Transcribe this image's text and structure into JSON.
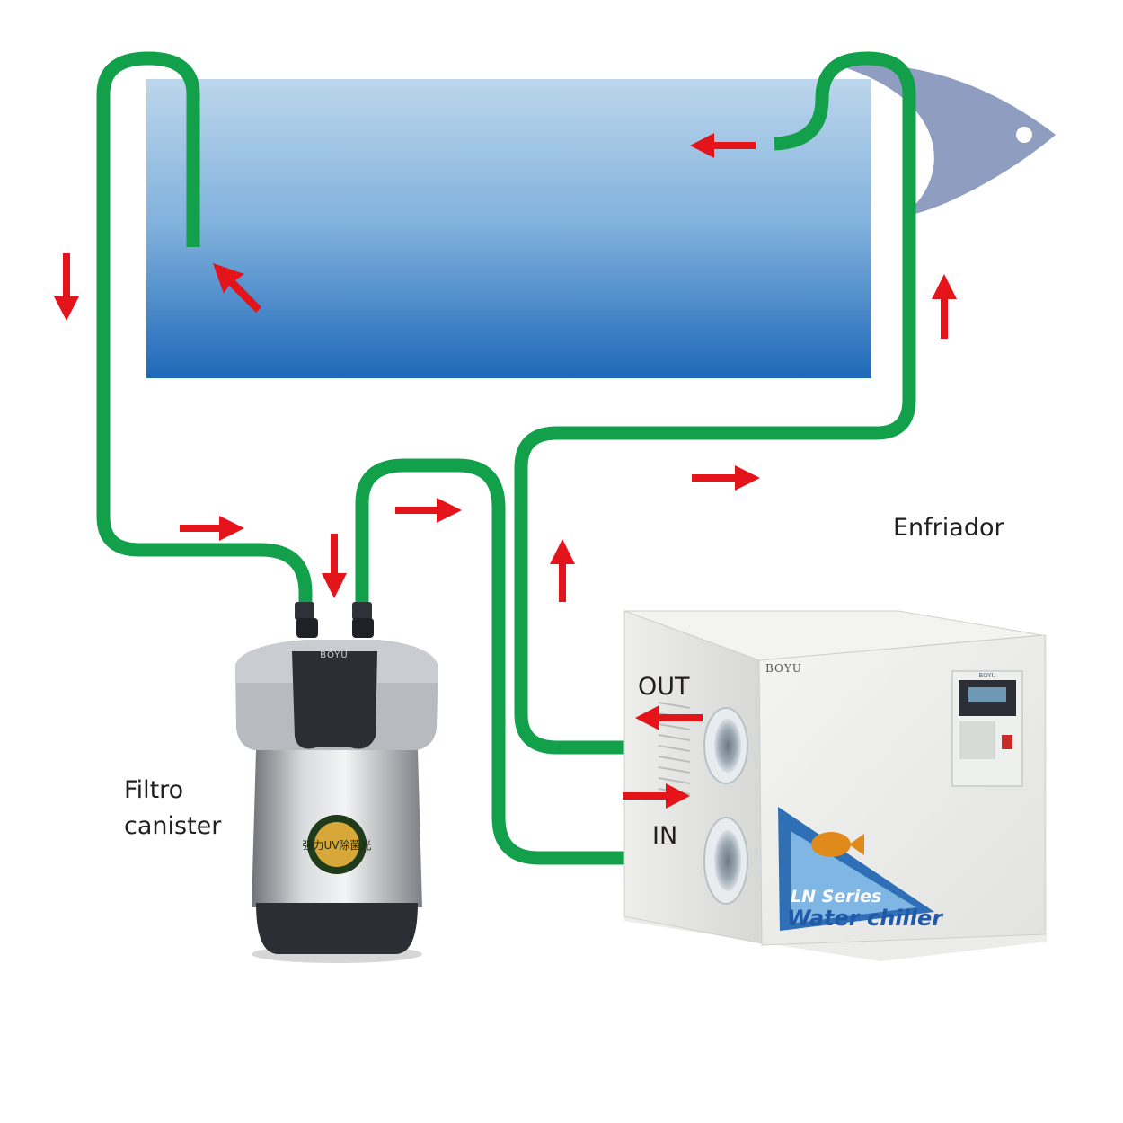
{
  "labels": {
    "chiller": "Enfriador",
    "filter_line1": "Filtro",
    "filter_line2": "canister",
    "out_port": "OUT",
    "in_port": "IN"
  },
  "chiller_branding": {
    "brand": "BOYU",
    "series": "LN Series",
    "product": "Water chiller",
    "panel_logo": "BOYU"
  },
  "filter_branding": {
    "brand": "BOYU",
    "badge": "强力UV除菌光"
  },
  "icons": {
    "flow_arrow": "arrow-icon",
    "fish": "fish-icon"
  },
  "colors": {
    "hose": "#12a04b",
    "arrow": "#e3151b",
    "water_top": "#bcd6ec",
    "water_bottom": "#1e68b8",
    "fish": "#8e9dc0",
    "text": "#231f20"
  }
}
